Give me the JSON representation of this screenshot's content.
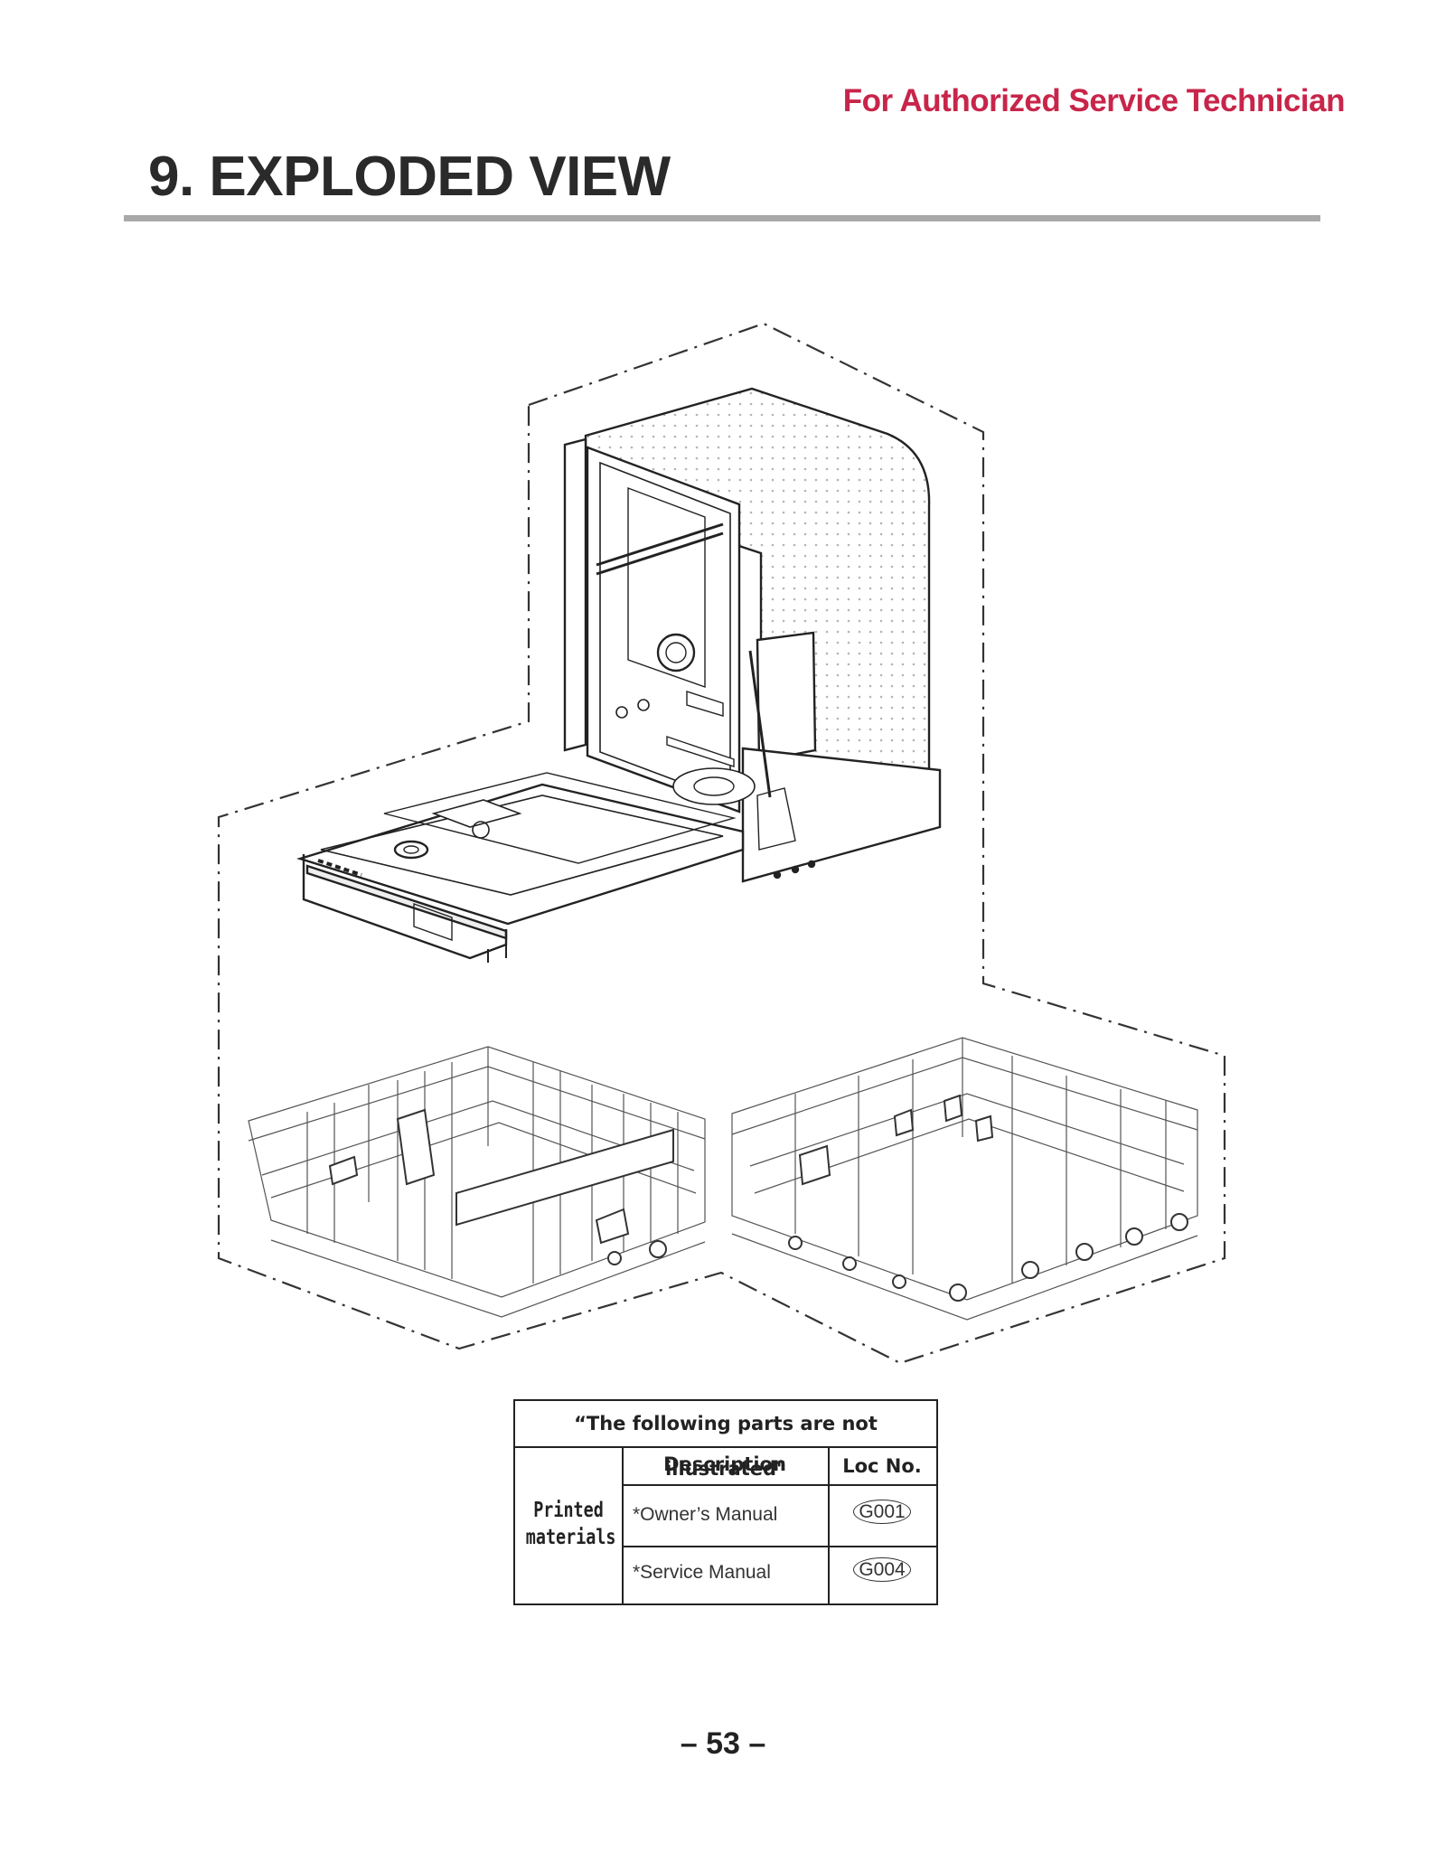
{
  "header": {
    "note": "For Authorized Service Technician",
    "title": "9. EXPLODED VIEW"
  },
  "diagram": {
    "icon": "dishwasher-exploded-diagram-icon",
    "components": [
      "tub-and-door-assembly",
      "upper-rack",
      "lower-rack"
    ]
  },
  "table": {
    "caption": "“The following parts are not illustrated\"",
    "headers": {
      "description": "Description",
      "loc": "Loc No."
    },
    "group_label_line1": "Printed",
    "group_label_line2": "materials",
    "rows": [
      {
        "description": "*Owner’s Manual",
        "loc": "G001"
      },
      {
        "description": "*Service Manual",
        "loc": "G004"
      }
    ]
  },
  "footer": {
    "page": "– 53 –"
  },
  "colors": {
    "accent": "#c8254a",
    "rule": "#a9a9a9",
    "ink": "#222222"
  }
}
